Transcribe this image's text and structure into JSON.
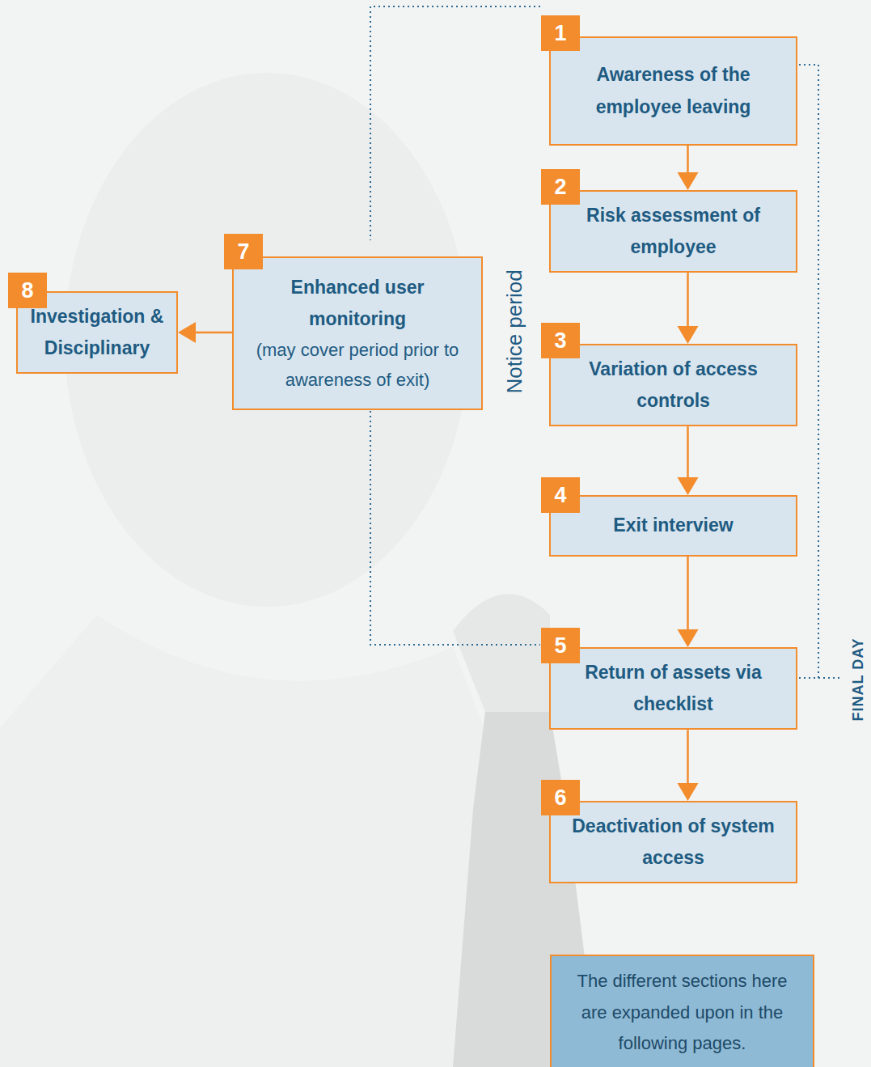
{
  "diagram": {
    "nodes": [
      {
        "text": [
          "1",
          "Awareness of the employee leaving"
        ]
      },
      {
        "text": [
          "2",
          "Risk assessment of employee"
        ]
      },
      {
        "text": [
          "3",
          "Variation of access controls"
        ]
      },
      {
        "text": [
          "4",
          "Exit interview"
        ]
      },
      {
        "text": [
          "5",
          "Return of assets via checklist"
        ]
      },
      {
        "text": [
          "6",
          "Deactivation of system access"
        ]
      },
      {
        "text": [
          "7",
          "Enhanced user monitoring",
          "(may cover period prior to awareness of exit)"
        ]
      },
      {
        "text": [
          "8",
          "Investigation & Disciplinary"
        ]
      },
      {
        "text": [
          "The different sections here are expanded upon in the following pages."
        ]
      }
    ],
    "edges": [
      {
        "from": 0,
        "to": 1,
        "arrow": "to"
      },
      {
        "from": 1,
        "to": 2,
        "arrow": "to"
      },
      {
        "from": 2,
        "to": 3,
        "arrow": "to"
      },
      {
        "from": 3,
        "to": 4,
        "arrow": "to"
      },
      {
        "from": 4,
        "to": 5,
        "arrow": "to"
      },
      {
        "from": 6,
        "to": 7,
        "arrow": "to"
      }
    ],
    "labels": [
      "Notice period",
      "FINAL DAY"
    ]
  }
}
